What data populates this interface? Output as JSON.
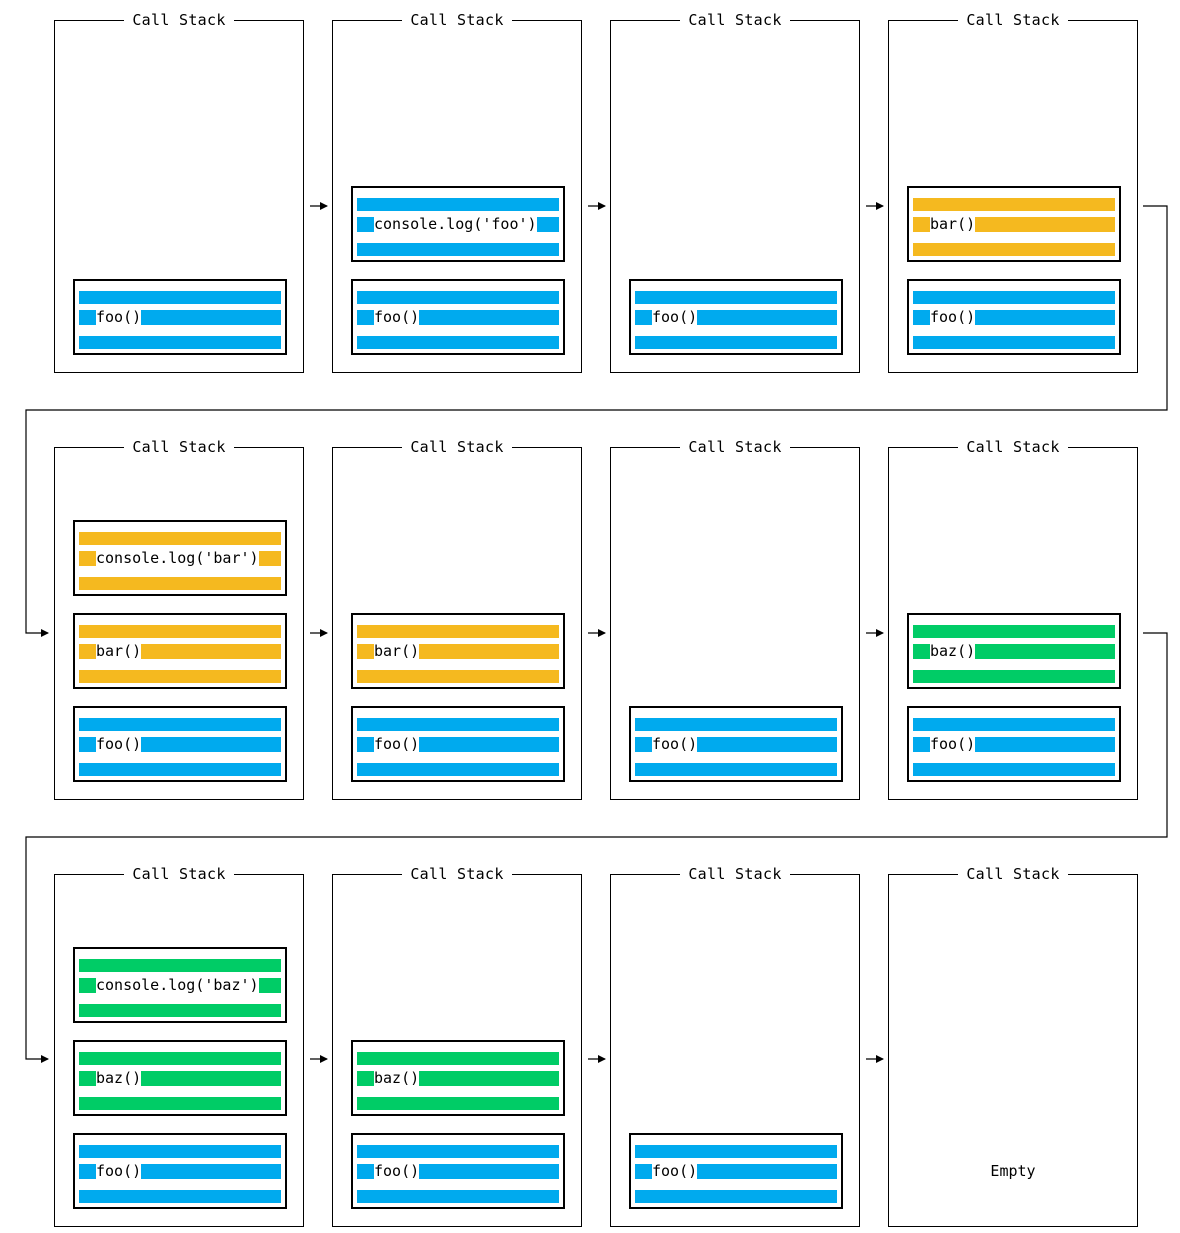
{
  "colors": {
    "foo": "#00aaee",
    "bar": "#f5b91f",
    "baz": "#00cc66"
  },
  "panels": [
    {
      "title": "Call Stack",
      "frames": [
        {
          "label": "foo()",
          "kind": "foo"
        }
      ]
    },
    {
      "title": "Call Stack",
      "frames": [
        {
          "label": "console.log('foo')",
          "kind": "foo"
        },
        {
          "label": "foo()",
          "kind": "foo"
        }
      ]
    },
    {
      "title": "Call Stack",
      "frames": [
        {
          "label": "foo()",
          "kind": "foo"
        }
      ]
    },
    {
      "title": "Call Stack",
      "frames": [
        {
          "label": "bar()",
          "kind": "bar"
        },
        {
          "label": "foo()",
          "kind": "foo"
        }
      ]
    },
    {
      "title": "Call Stack",
      "frames": [
        {
          "label": "console.log('bar')",
          "kind": "bar"
        },
        {
          "label": "bar()",
          "kind": "bar"
        },
        {
          "label": "foo()",
          "kind": "foo"
        }
      ]
    },
    {
      "title": "Call Stack",
      "frames": [
        {
          "label": "bar()",
          "kind": "bar"
        },
        {
          "label": "foo()",
          "kind": "foo"
        }
      ]
    },
    {
      "title": "Call Stack",
      "frames": [
        {
          "label": "foo()",
          "kind": "foo"
        }
      ]
    },
    {
      "title": "Call Stack",
      "frames": [
        {
          "label": "baz()",
          "kind": "baz"
        },
        {
          "label": "foo()",
          "kind": "foo"
        }
      ]
    },
    {
      "title": "Call Stack",
      "frames": [
        {
          "label": "console.log('baz')",
          "kind": "baz"
        },
        {
          "label": "baz()",
          "kind": "baz"
        },
        {
          "label": "foo()",
          "kind": "foo"
        }
      ]
    },
    {
      "title": "Call Stack",
      "frames": [
        {
          "label": "baz()",
          "kind": "baz"
        },
        {
          "label": "foo()",
          "kind": "foo"
        }
      ]
    },
    {
      "title": "Call Stack",
      "frames": [
        {
          "label": "foo()",
          "kind": "foo"
        }
      ]
    },
    {
      "title": "Call Stack",
      "frames": [],
      "empty_label": "Empty"
    }
  ]
}
